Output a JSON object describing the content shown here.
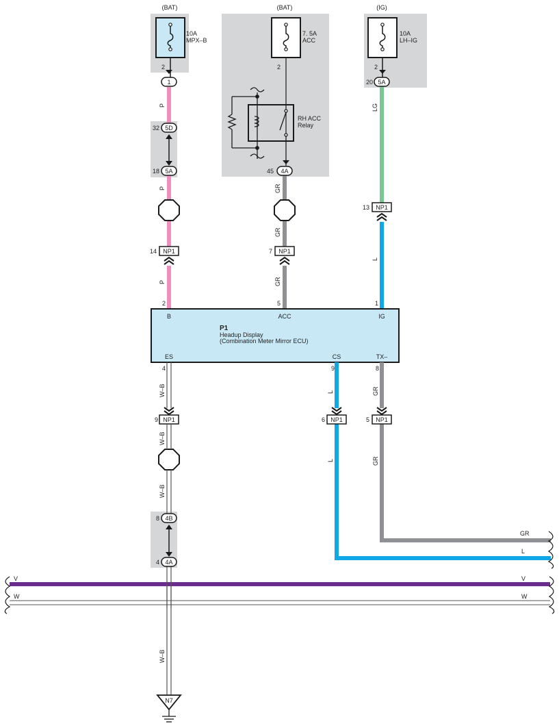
{
  "colors": {
    "pink": "#ee8fbf",
    "gray": "#8e9093",
    "green": "#7bc794",
    "blue": "#10a7e6",
    "purple": "#6a2c8e",
    "shade": "#d5d6d8",
    "ecu_fill": "#c8e8f6",
    "fuse_fill": "#c8e8f6"
  },
  "sources": {
    "bat1": "(BAT)",
    "bat2": "(BAT)",
    "ig": "(IG)"
  },
  "fuses": [
    {
      "amp": "10A",
      "name": "MPX–B"
    },
    {
      "amp": "7. 5A",
      "name": "ACC"
    },
    {
      "amp": "10A",
      "name": "LH–IG"
    }
  ],
  "relay": {
    "line1": "RH ACC",
    "line2": "Relay"
  },
  "ecu": {
    "id": "P1",
    "name": "Headup Display",
    "subname": "(Combination Meter Mirror ECU)",
    "pins_top": [
      "B",
      "ACC",
      "IG"
    ],
    "pins_bottom": [
      "ES",
      "CS",
      "TX–"
    ]
  },
  "connectors": {
    "c1": "1",
    "c5d": "5D",
    "c5a_mid": "5A",
    "c4a_top": "4A",
    "c5a_ig": "5A",
    "np1": "NP1",
    "c4b": "4B",
    "c4a_bot": "4A",
    "ground": "N7"
  },
  "pins": {
    "fuse1": "2",
    "fuse2": "2",
    "fuse3": "2",
    "p32": "32",
    "p18": "18",
    "p45": "45",
    "p20": "20",
    "p14": "14",
    "p7": "7",
    "p13": "13",
    "ecu_b": "2",
    "ecu_acc": "5",
    "ecu_ig": "1",
    "ecu_es": "4",
    "ecu_cs": "9",
    "ecu_tx": "8",
    "p9": "9",
    "p6": "6",
    "p5": "5",
    "p8": "8",
    "p4": "4"
  },
  "wires": {
    "p": "P",
    "gr": "GR",
    "lg": "LG",
    "l": "L",
    "wb": "W–B",
    "v": "V",
    "w": "W"
  }
}
